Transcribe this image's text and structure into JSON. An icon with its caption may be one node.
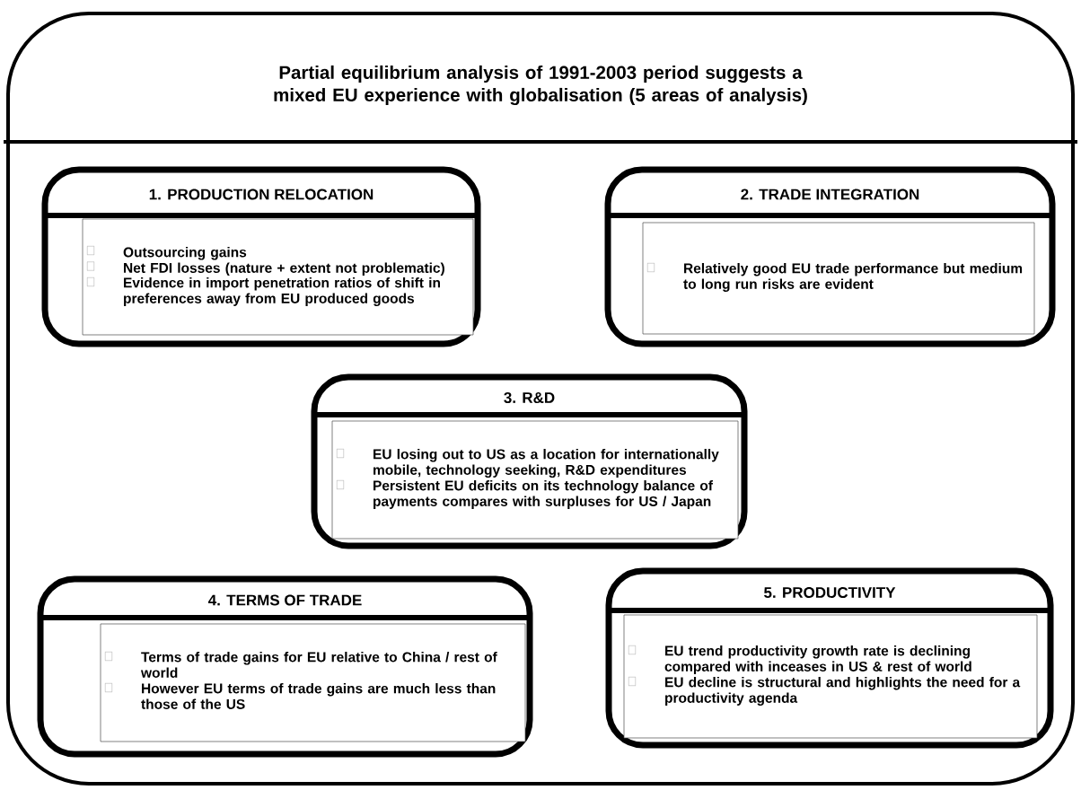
{
  "diagram": {
    "nodes": [
      {
        "text": [
          "Partial equilibrium analysis of 1991-2003 period suggests a mixed EU experience with globalisation (5 areas of analysis)"
        ]
      },
      {
        "text": [
          "1. PRODUCTION RELOCATION"
        ],
        "in": 0
      },
      {
        "text": [
          "Outsourcing gains",
          "Net FDI losses (nature + extent not problematic)",
          "Evidence in import penetration ratios of shift in preferences away from EU produced goods"
        ],
        "in": 1
      },
      {
        "text": [
          "2. TRADE INTEGRATION"
        ],
        "in": 0
      },
      {
        "text": [
          "Relatively good EU trade performance but medium to long run risks are evident"
        ],
        "in": 3
      },
      {
        "text": [
          "3. R&D"
        ],
        "in": 0
      },
      {
        "text": [
          "EU losing out to US as a location for internationally mobile, technology seeking, R&D expenditures",
          "Persistent EU deficits on its technology balance of payments compares with surpluses for US / Japan"
        ],
        "in": 5
      },
      {
        "text": [
          "4. TERMS OF TRADE"
        ],
        "in": 0
      },
      {
        "text": [
          "Terms of trade gains for EU relative to China / rest of world",
          "However EU terms of trade gains are much less than those of the US"
        ],
        "in": 7
      },
      {
        "text": [
          "5. PRODUCTIVITY"
        ],
        "in": 0
      },
      {
        "text": [
          "EU trend productivity growth rate is declining compared with inceases in US & rest of world",
          "EU decline is structural and highlights the need for a productivity agenda"
        ],
        "in": 9
      }
    ]
  }
}
